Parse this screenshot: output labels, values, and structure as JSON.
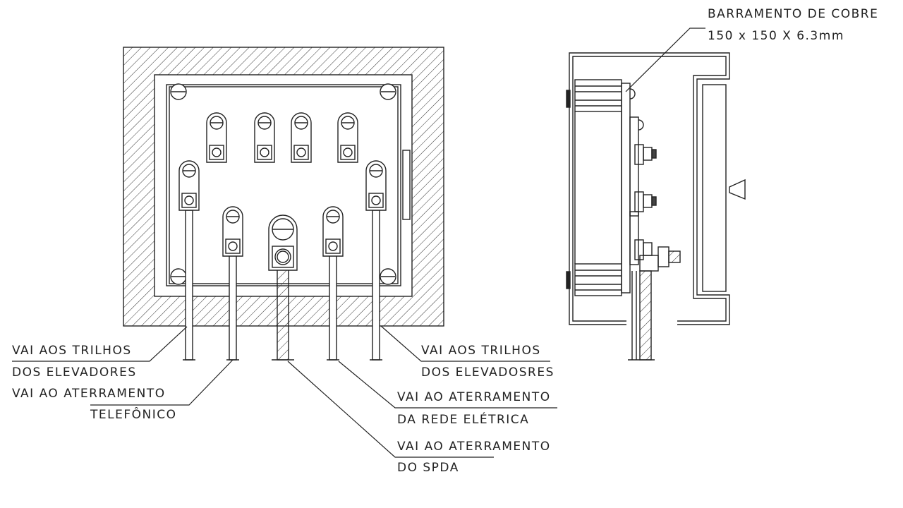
{
  "labels": {
    "busbar_title": "BARRAMENTO DE COBRE",
    "busbar_dims": "150 x 150 X 6.3mm",
    "left_rails_1": "VAI AOS TRILHOS",
    "left_rails_2": "DOS ELEVADORES",
    "phone_1": "VAI AO ATERRAMENTO",
    "phone_2": "TELEFÔNICO",
    "right_rails_1": "VAI AOS TRILHOS",
    "right_rails_2": "DOS ELEVADOSRES",
    "power_1": "VAI AO ATERRAMENTO",
    "power_2": "DA REDE ELÉTRICA",
    "spda_1": "VAI AO ATERRAMENTO",
    "spda_2": "DO SPDA"
  },
  "colors": {
    "line": "#222222",
    "background": "#ffffff"
  }
}
